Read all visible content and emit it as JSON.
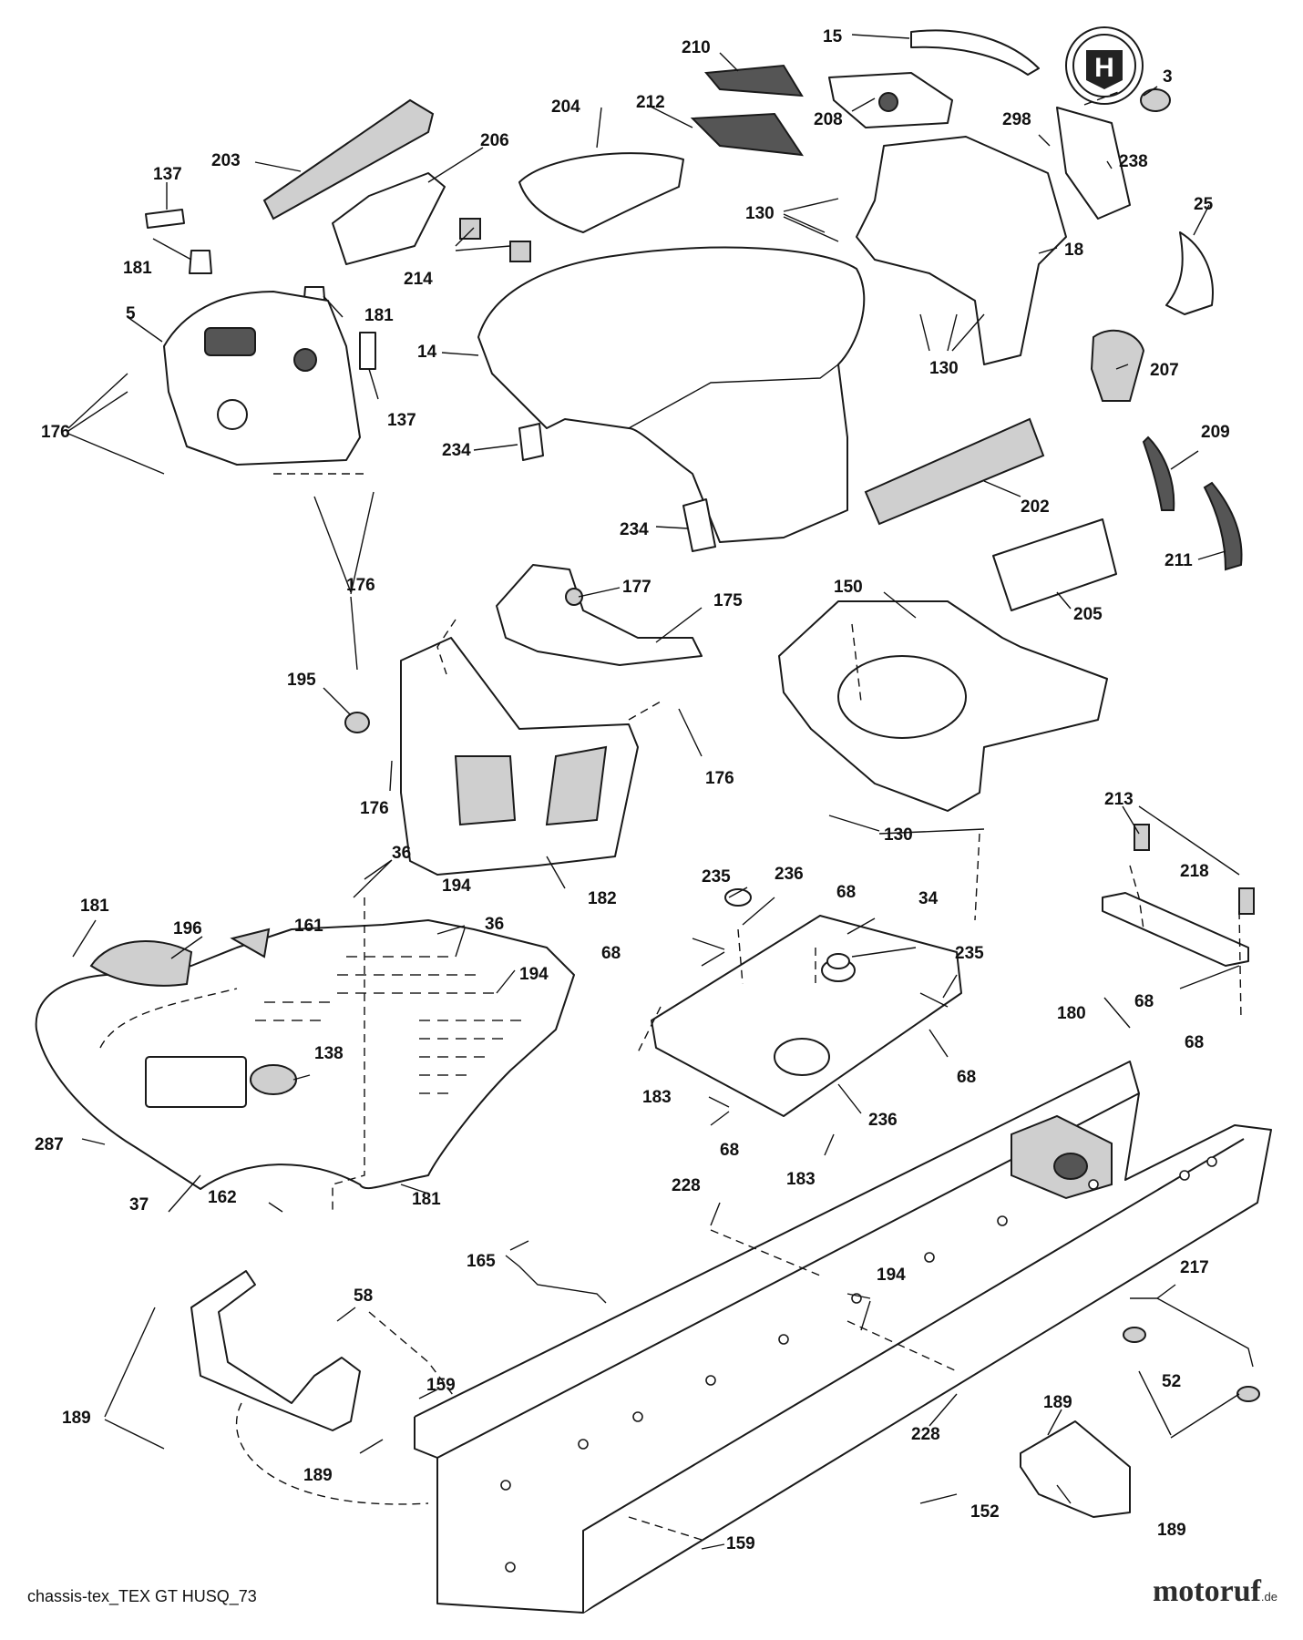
{
  "diagram": {
    "caption": "chassis-tex_TEX GT HUSQ_73",
    "brand": {
      "name": "motoruf",
      "tld": ".de",
      "accent": "#d42a1e"
    },
    "callouts": {
      "c15": "15",
      "c3": "3",
      "c210": "210",
      "c204": "204",
      "c212": "212",
      "c208": "208",
      "c298": "298",
      "c238": "238",
      "c137a": "137",
      "c203": "203",
      "c206": "206",
      "c130a": "130",
      "c25": "25",
      "c18": "18",
      "c181a": "181",
      "c214": "214",
      "c5": "5",
      "c181b": "181",
      "c14": "14",
      "c130b": "130",
      "c207": "207",
      "c137b": "137",
      "c176a": "176",
      "c234a": "234",
      "c209": "209",
      "c202": "202",
      "c234b": "234",
      "c211": "211",
      "c176b": "176",
      "c177": "177",
      "c175": "175",
      "c150": "150",
      "c205": "205",
      "c195": "195",
      "c176c": "176",
      "c176d": "176",
      "c130c": "130",
      "c213": "213",
      "c36a": "36",
      "c194a": "194",
      "c182": "182",
      "c235a": "235",
      "c236a": "236",
      "c68a": "68",
      "c34": "34",
      "c218": "218",
      "c181c": "181",
      "c196": "196",
      "c161": "161",
      "c36b": "36",
      "c68b": "68",
      "c235b": "235",
      "c194b": "194",
      "c68c": "68",
      "c180": "180",
      "c138": "138",
      "c68d": "68",
      "c68e": "68",
      "c183a": "183",
      "c236b": "236",
      "c287": "287",
      "c68f": "68",
      "c183b": "183",
      "c37": "37",
      "c162": "162",
      "c181d": "181",
      "c228a": "228",
      "c165": "165",
      "c194c": "194",
      "c217": "217",
      "c58": "58",
      "c159a": "159",
      "c189a": "189",
      "c52": "52",
      "c228b": "228",
      "c189b": "189",
      "c189c": "189",
      "c152": "152",
      "c189d": "189",
      "c159b": "159"
    }
  }
}
